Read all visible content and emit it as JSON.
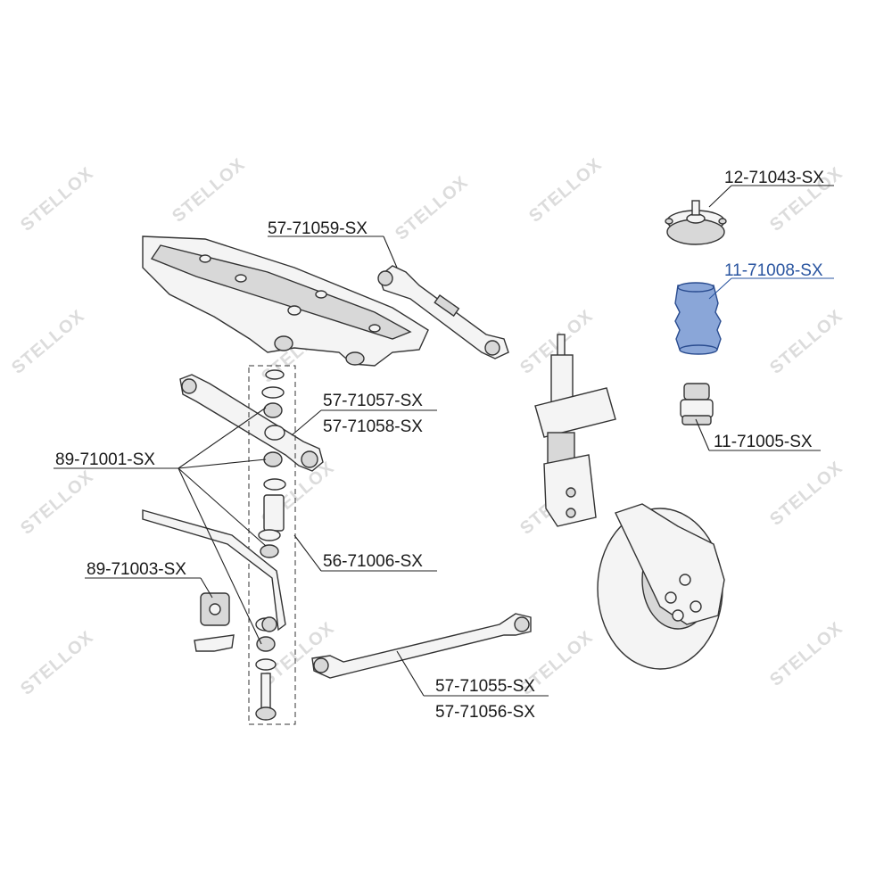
{
  "watermark": {
    "brand": "STELLOX"
  },
  "labels": {
    "p12_71043": "12-71043-SX",
    "p11_71008": "11-71008-SX",
    "p11_71005": "11-71005-SX",
    "p57_71059": "57-71059-SX",
    "p57_71057": "57-71057-SX",
    "p57_71058": "57-71058-SX",
    "p89_71001": "89-71001-SX",
    "p56_71006": "56-71006-SX",
    "p89_71003": "89-71003-SX",
    "p57_71055": "57-71055-SX",
    "p57_71056": "57-71056-SX"
  },
  "colors": {
    "highlight": "#2a55a0",
    "line": "#222222"
  }
}
